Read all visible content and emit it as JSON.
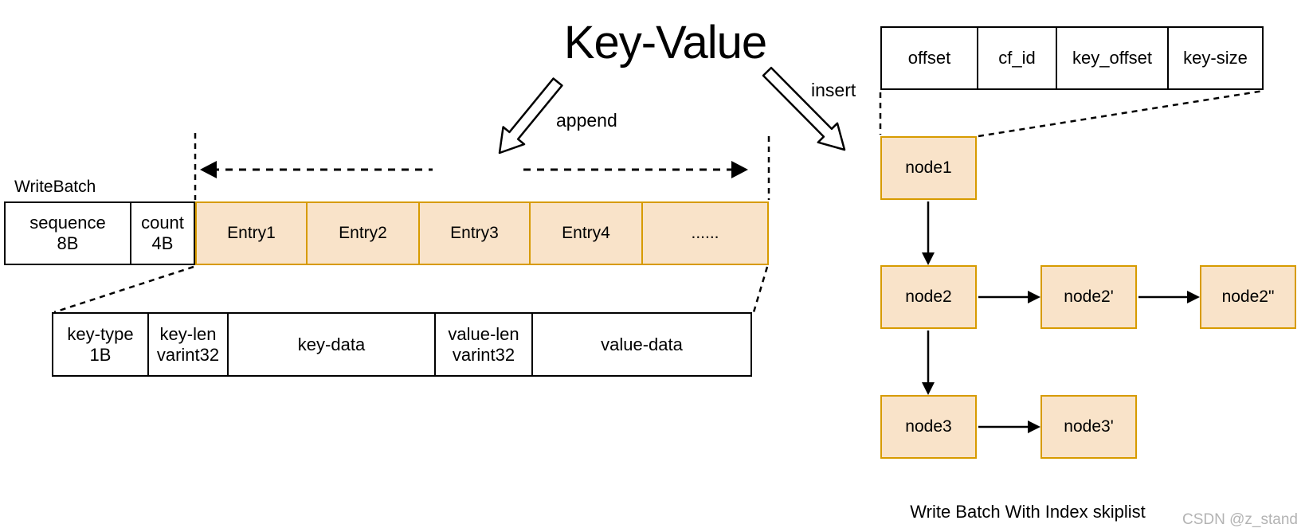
{
  "title": "Key-Value",
  "edge_labels": {
    "append": "append",
    "insert": "insert"
  },
  "writebatch": {
    "label": "WriteBatch",
    "header_cells": [
      "sequence\n8B",
      "count\n4B"
    ],
    "entries": [
      "Entry1",
      "Entry2",
      "Entry3",
      "Entry4",
      "......"
    ]
  },
  "entry_layout": {
    "cells": [
      "key-type\n1B",
      "key-len\nvarint32",
      "key-data",
      "value-len\nvarint32",
      "value-data"
    ]
  },
  "index_entry": {
    "cells": [
      "offset",
      "cf_id",
      "key_offset",
      "key-size"
    ]
  },
  "skiplist": {
    "caption": "Write Batch With Index skiplist",
    "nodes": [
      "node1",
      "node2",
      "node2'",
      "node2\"",
      "node3",
      "node3'"
    ]
  },
  "watermark": "CSDN @z_stand",
  "colors": {
    "box_fill": "#f9e3c9",
    "box_stroke": "#d79b00",
    "line": "#000000",
    "watermark": "#b3b3b3"
  }
}
